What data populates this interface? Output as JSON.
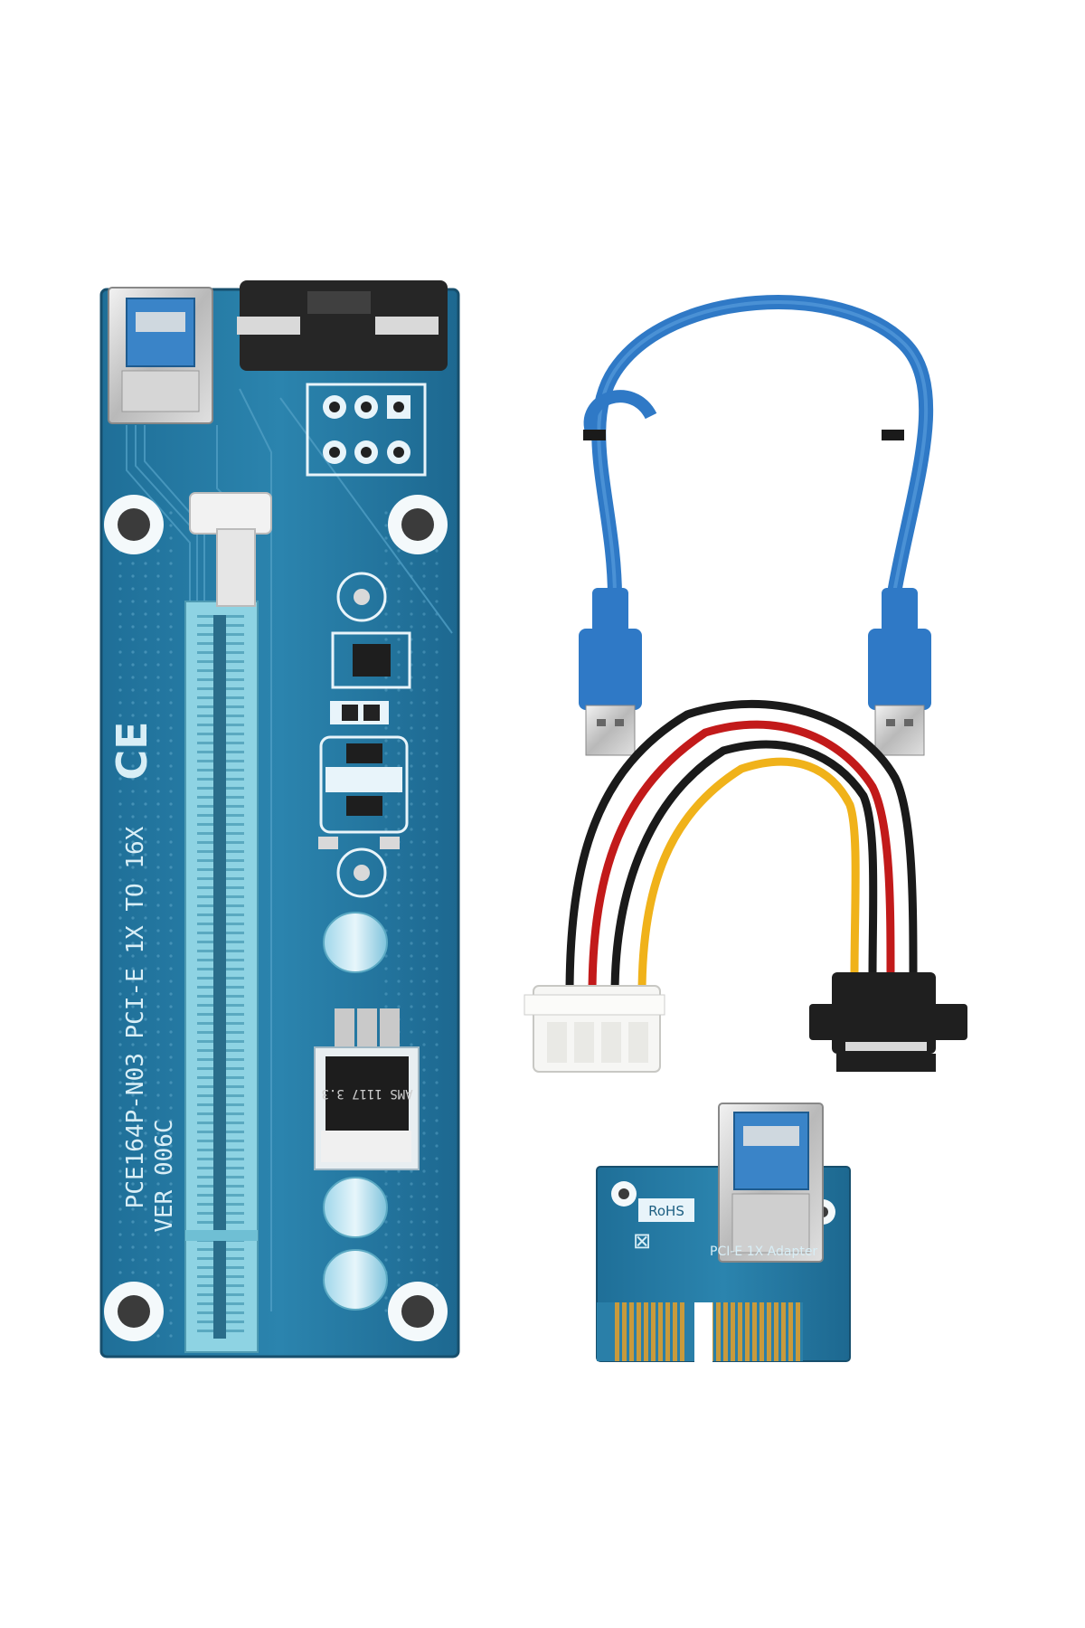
{
  "riser_board": {
    "model_text": "PCE164P-N03  PCI-E 1X TO 16X",
    "version_text": "VER 006C",
    "ce_mark": "CE",
    "chip_text": "AMS 1117 3.3"
  },
  "adapter_board": {
    "rohs_text": "RoHS",
    "label_text": "PCI-E 1X Adapter"
  },
  "colors": {
    "pcb_blue": "#2a7fa8",
    "slot_blue": "#8ed3e3",
    "cable_blue": "#2f79c6",
    "wire_red": "#c21a1a",
    "wire_yellow": "#f0b21a",
    "wire_black": "#1a1a1a"
  }
}
